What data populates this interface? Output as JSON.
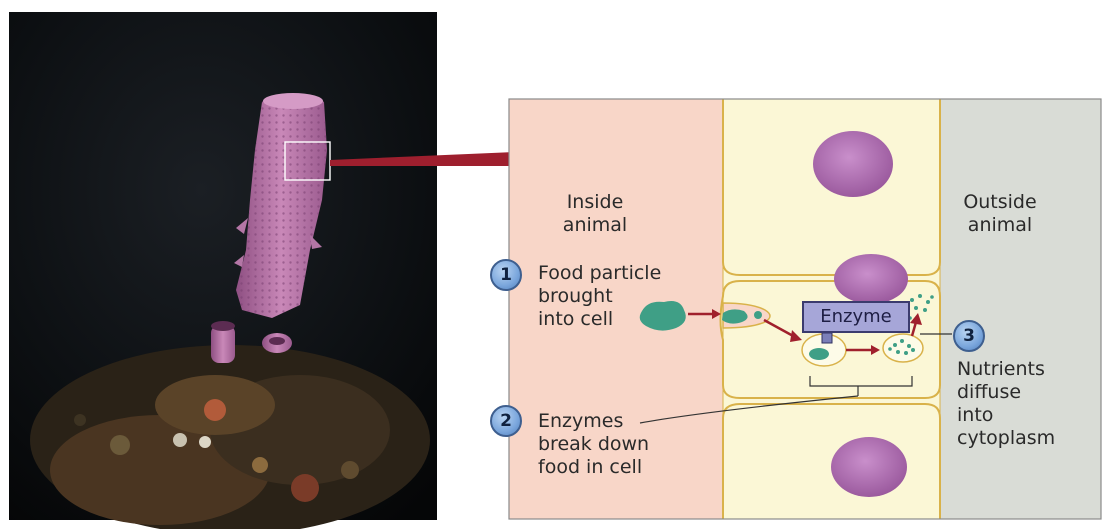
{
  "labels": {
    "inside": "Inside\nanimal",
    "outside": "Outside\nanimal",
    "step1": "Food particle\nbrought\ninto cell",
    "step2": "Enzymes\nbreak down\nfood in cell",
    "step3": "Nutrients\ndiffuse\ninto\ncytoplasm",
    "enzyme": "Enzyme"
  },
  "badges": [
    "1",
    "2",
    "3"
  ],
  "colors": {
    "inside_bg": "#f8d6c8",
    "outside_bg": "#d9dcd6",
    "cell_fill": "#fbf7d6",
    "cell_border": "#d9b24a",
    "nucleus": "#b06db0",
    "sponge": "#c07aaf",
    "arrow": "#a0202c",
    "food": "#3f9f86",
    "badge": "#7aa6dc"
  },
  "photo": {
    "subject": "tube-sponge"
  }
}
